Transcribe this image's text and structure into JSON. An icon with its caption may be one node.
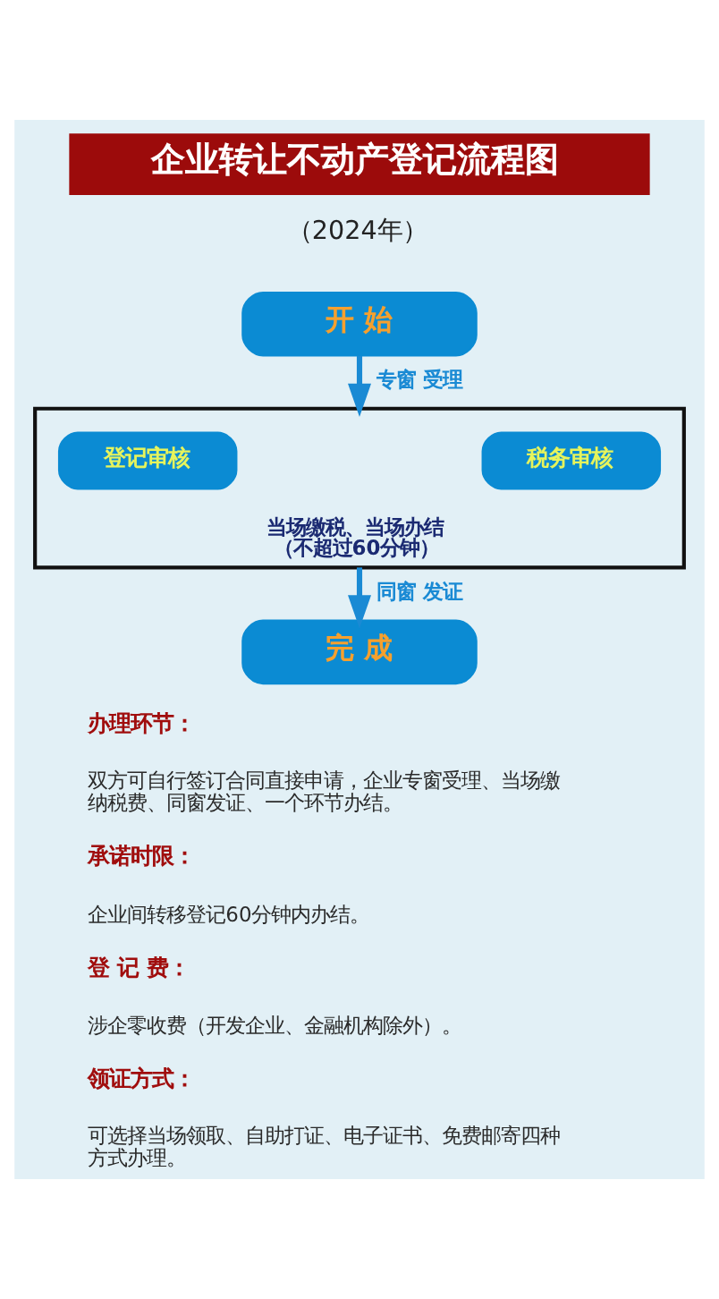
{
  "diagram": {
    "title": "企业转让不动产登记流程图",
    "nodes": [
      {
        "text": [
          "开 始"
        ]
      },
      {
        "text": [
          "当场缴税、当场办结",
          "（不超过60分钟）"
        ]
      },
      {
        "text": [
          "登记审核"
        ],
        "in": 1
      },
      {
        "text": [
          "税务审核"
        ],
        "in": 1
      },
      {
        "text": [
          "完 成"
        ]
      }
    ],
    "edges": [
      {
        "from": 0,
        "to": 1,
        "arrow": "to",
        "label": "专窗 受理"
      },
      {
        "from": 1,
        "to": 4,
        "arrow": "to",
        "label": "同窗 发证"
      }
    ],
    "labels": [
      "（2024年）",
      "办理环节：",
      "双方可自行签订合同直接申请，企业专窗受理、当场缴纳税费、同窗发证、一个环节办结。",
      "承诺时限：",
      "企业间转移登记60分钟内办结。",
      "登 记 费：",
      "涉企零收费（开发企业、金融机构除外）。",
      "领证方式：",
      "可选择当场领取、自助打证、电子证书、免费邮寄四种方式办理。"
    ]
  }
}
